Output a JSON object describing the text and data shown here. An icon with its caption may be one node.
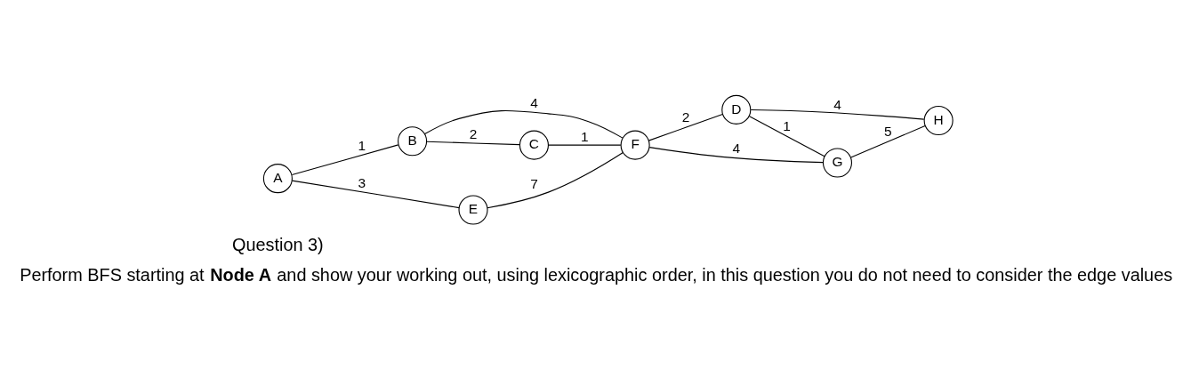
{
  "diagram": {
    "title": "Question 3)",
    "caption": "Perform BFS starting at **Node A** and show your working out, using lexicographic order, in this question you do not need to consider the edge values",
    "nodes": [
      {
        "text": [
          "A"
        ]
      },
      {
        "text": [
          "B"
        ]
      },
      {
        "text": [
          "C"
        ]
      },
      {
        "text": [
          "D"
        ]
      },
      {
        "text": [
          "E"
        ]
      },
      {
        "text": [
          "F"
        ]
      },
      {
        "text": [
          "G"
        ]
      },
      {
        "text": [
          "H"
        ]
      }
    ],
    "edges": [
      {
        "from": 0,
        "to": 1,
        "arrow": "none",
        "label": "1"
      },
      {
        "from": 0,
        "to": 4,
        "arrow": "none",
        "label": "3"
      },
      {
        "from": 1,
        "to": 2,
        "arrow": "none",
        "label": "2"
      },
      {
        "from": 1,
        "to": 5,
        "arrow": "none",
        "label": "4"
      },
      {
        "from": 2,
        "to": 5,
        "arrow": "none",
        "label": "1"
      },
      {
        "from": 5,
        "to": 3,
        "arrow": "none",
        "label": "2"
      },
      {
        "from": 3,
        "to": 6,
        "arrow": "none",
        "label": "1"
      },
      {
        "from": 3,
        "to": 7,
        "arrow": "none",
        "label": "4"
      },
      {
        "from": 4,
        "to": 5,
        "arrow": "none",
        "label": "7"
      },
      {
        "from": 5,
        "to": 6,
        "arrow": "none",
        "label": "4"
      },
      {
        "from": 6,
        "to": 7,
        "arrow": "none",
        "label": "5"
      }
    ]
  }
}
